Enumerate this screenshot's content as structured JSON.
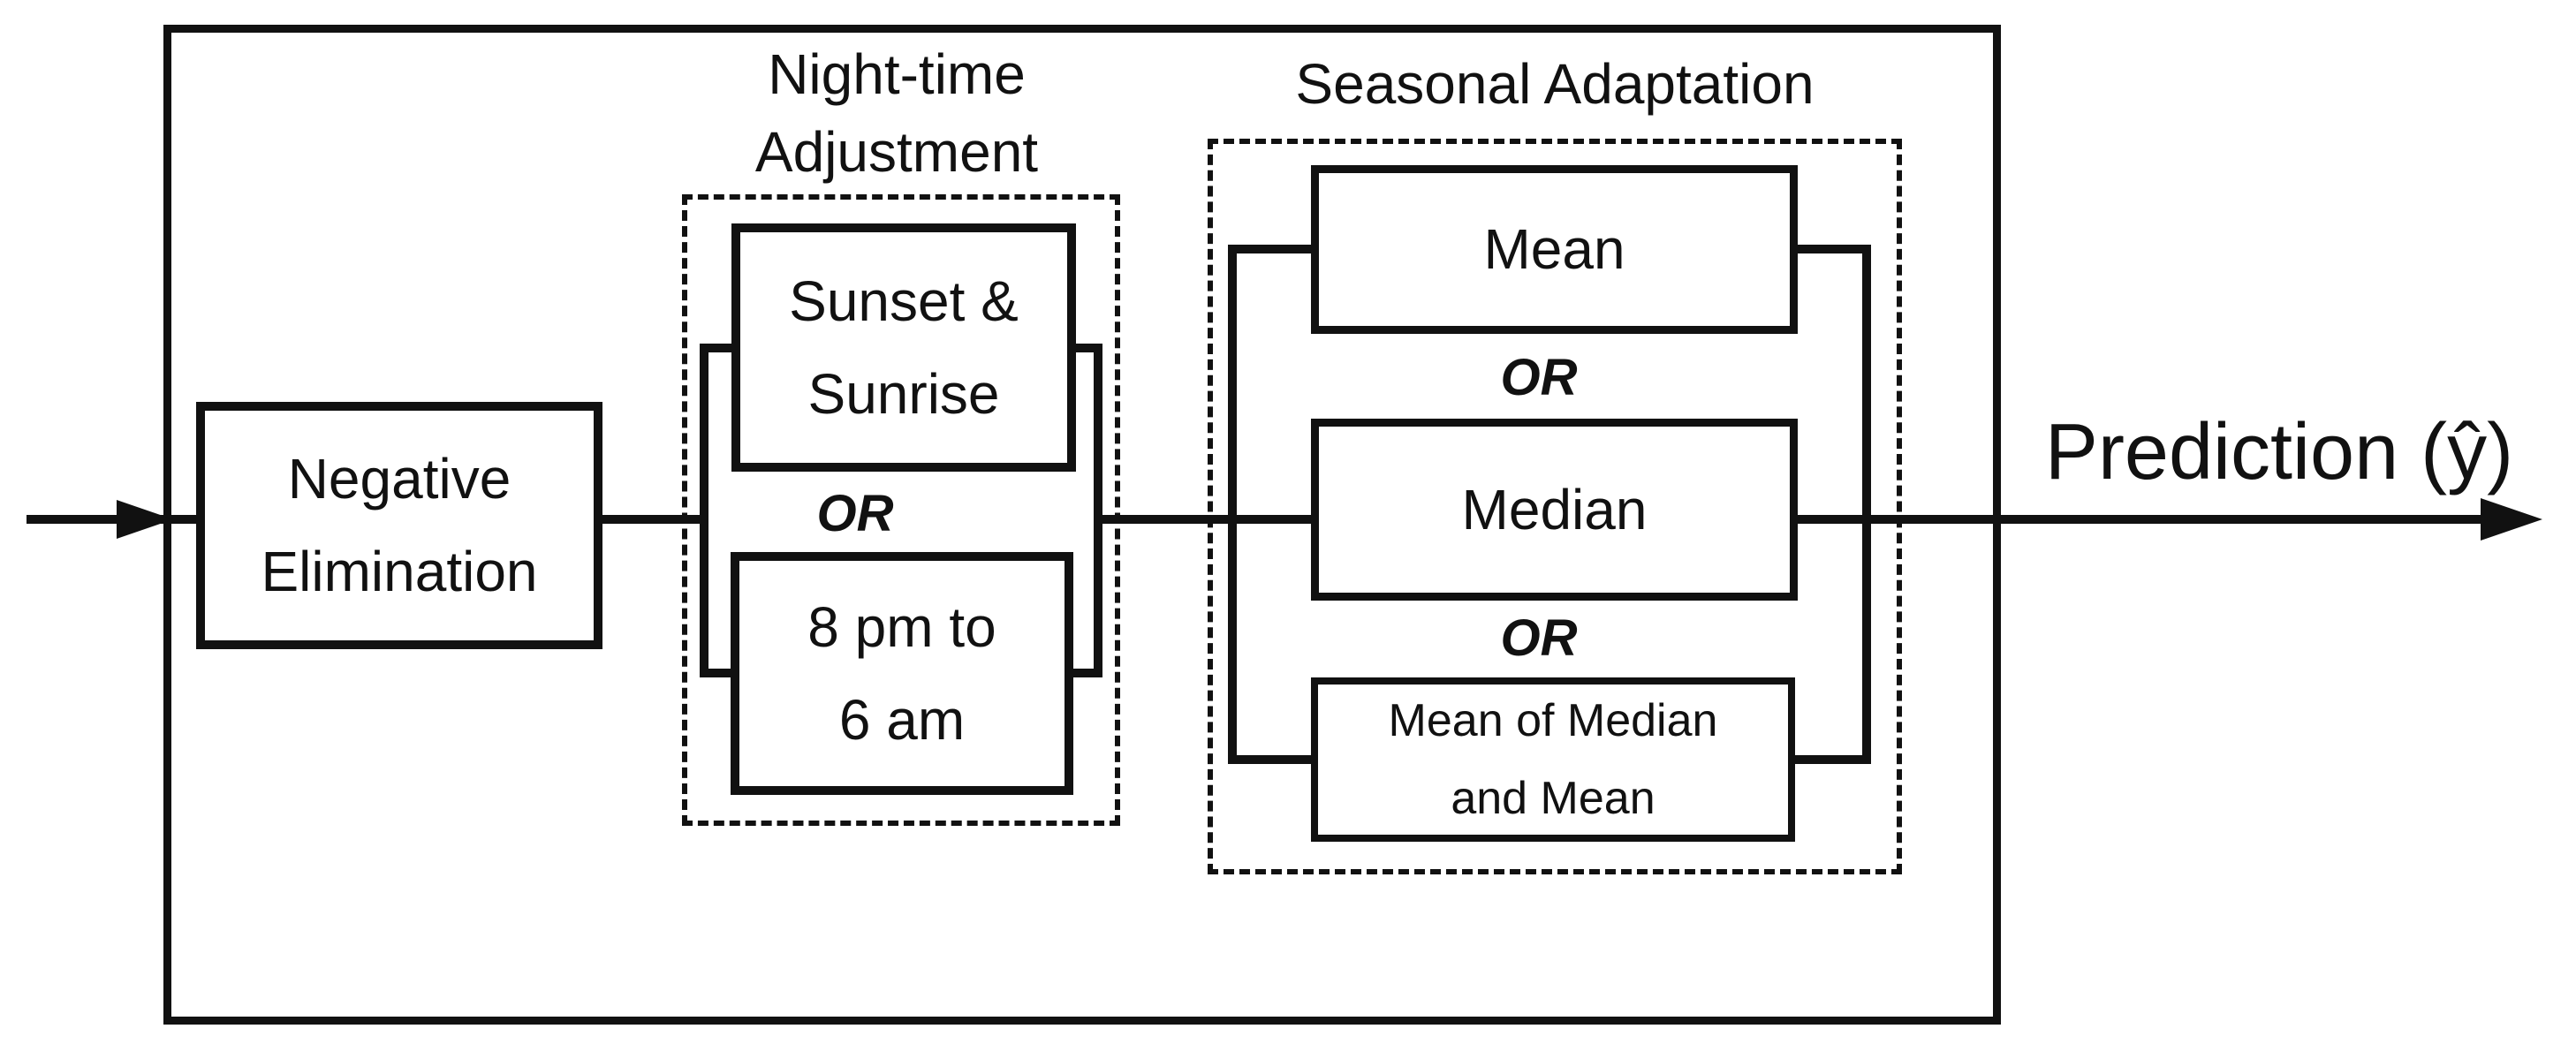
{
  "colors": {
    "ink": "#111111",
    "background": "#ffffff"
  },
  "flow": {
    "prediction_label": "Prediction (ŷ)"
  },
  "negative_elimination": {
    "label_line1": "Negative",
    "label_line2": "Elimination"
  },
  "night_adjustment": {
    "title_line1": "Night-time",
    "title_line2": "Adjustment",
    "option1_line1": "Sunset &",
    "option1_line2": "Sunrise",
    "or_label": "OR",
    "option2_line1": "8 pm to",
    "option2_line2": "6 am"
  },
  "seasonal_adaptation": {
    "title": "Seasonal Adaptation",
    "option1_label": "Mean",
    "or1_label": "OR",
    "option2_label": "Median",
    "or2_label": "OR",
    "option3_line1": "Mean of Median",
    "option3_line2": "and Mean"
  }
}
